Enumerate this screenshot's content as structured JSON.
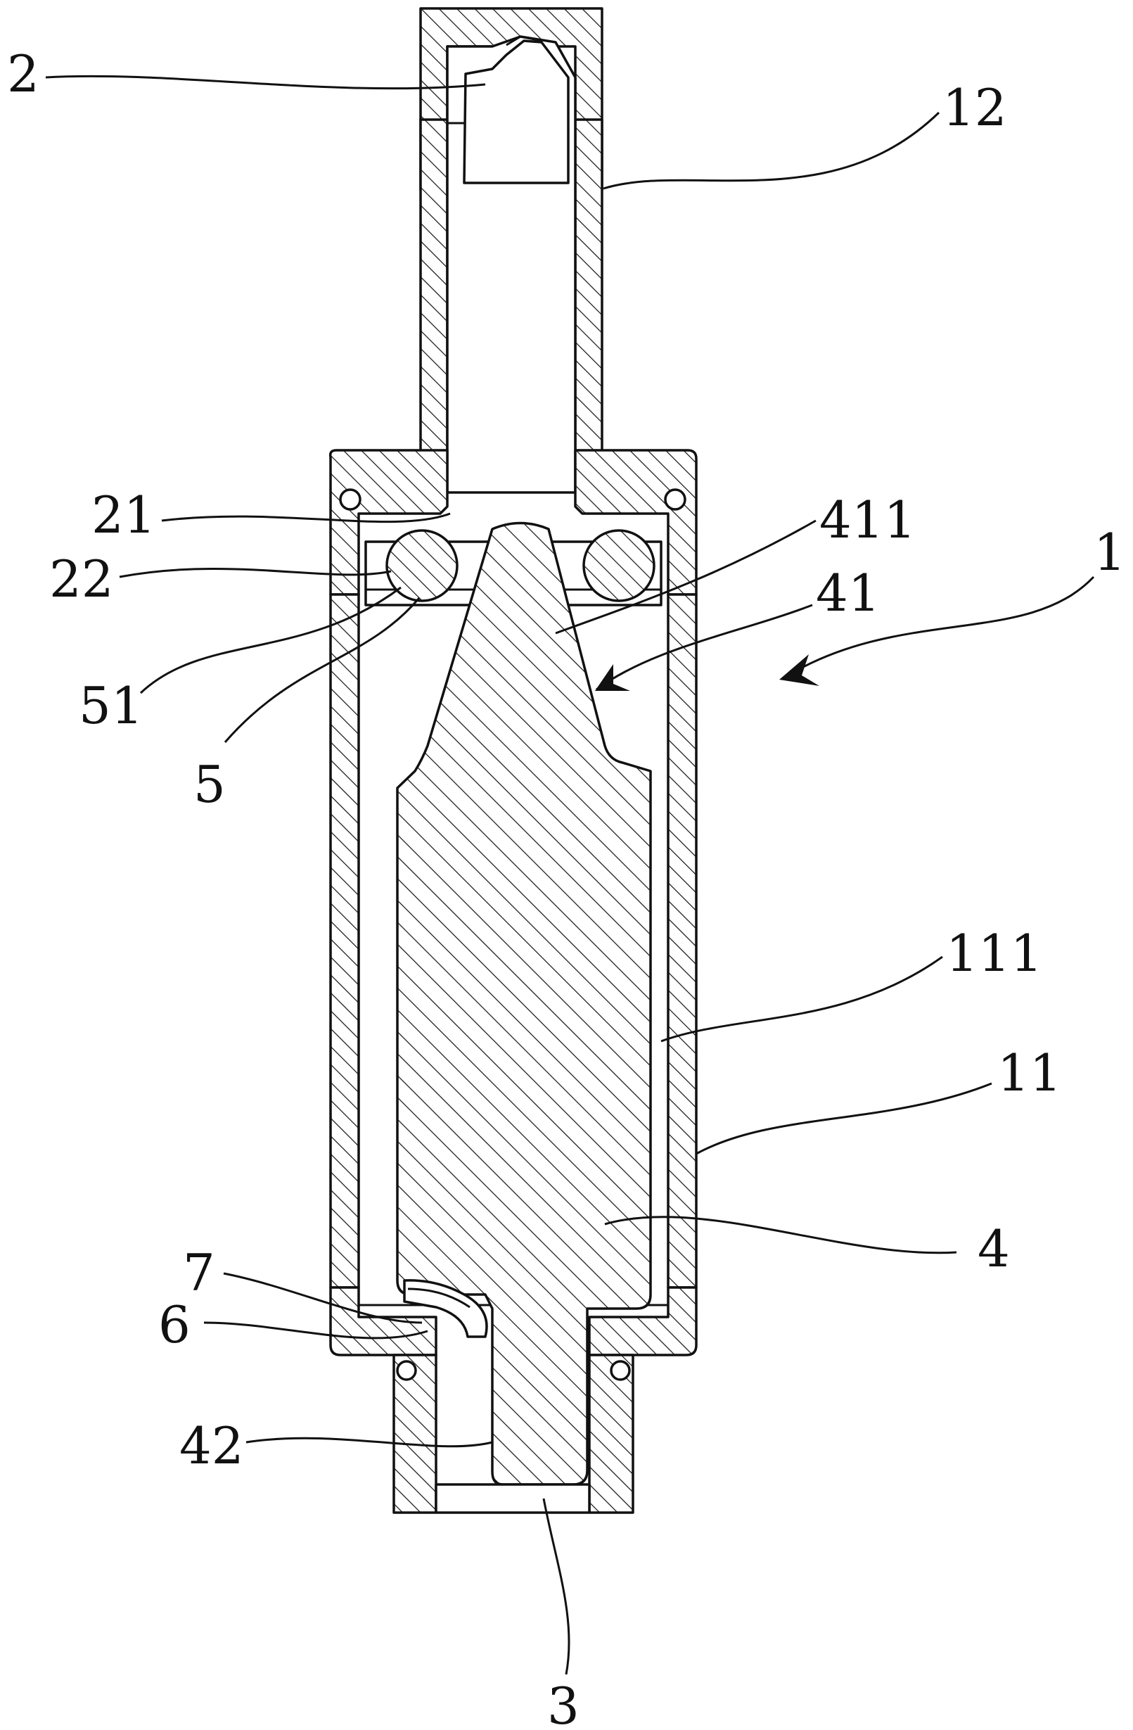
{
  "figure": {
    "labels": {
      "l2": "2",
      "l12": "12",
      "l21": "21",
      "l411": "411",
      "l1": "1",
      "l22": "22",
      "l41": "41",
      "l51": "51",
      "l5": "5",
      "l111": "111",
      "l11": "11",
      "l4": "4",
      "l7": "7",
      "l6": "6",
      "l42": "42",
      "l3": "3"
    }
  }
}
